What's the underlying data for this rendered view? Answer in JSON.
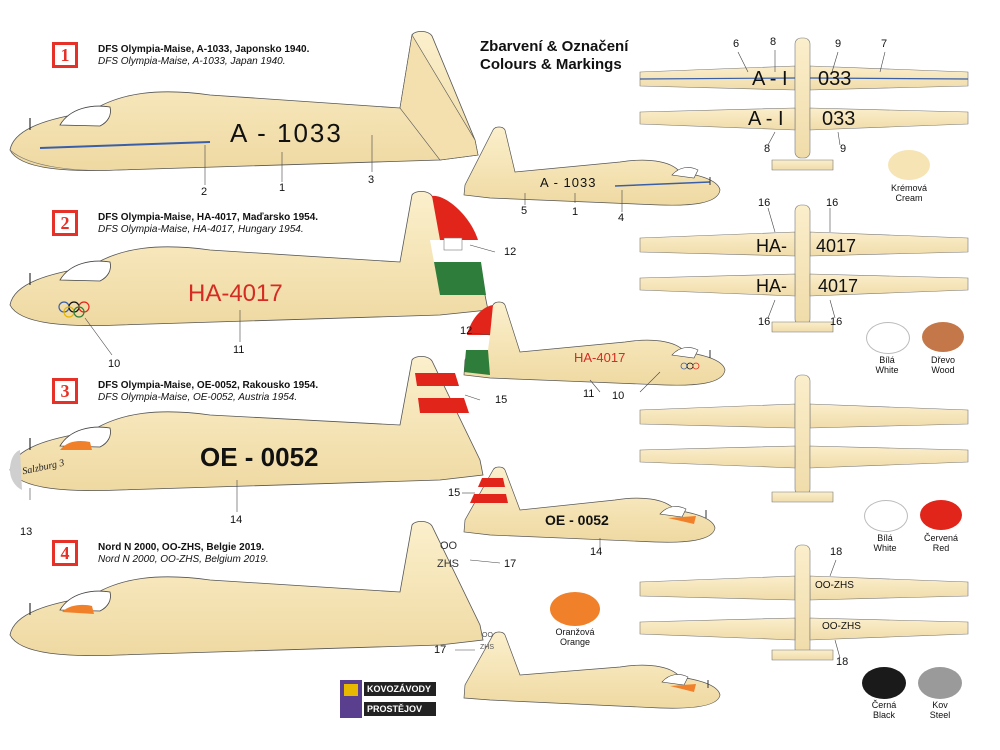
{
  "header": {
    "line1": "Zbarvení & Označení",
    "line2": "Colours & Markings"
  },
  "schemes": [
    {
      "badge": "1",
      "title": "DFS Olympia-Maise, A-1033, Japonsko 1940.",
      "subtitle": "DFS Olympia-Maise, A-1033, Japan 1940.",
      "registration": "A - 1033"
    },
    {
      "badge": "2",
      "title": "DFS Olympia-Maise, HA-4017, Maďarsko 1954.",
      "subtitle": "DFS Olympia-Maise, HA-4017, Hungary 1954.",
      "registration": "HA-4017"
    },
    {
      "badge": "3",
      "title": "DFS Olympia-Maise, OE-0052, Rakousko 1954.",
      "subtitle": "DFS Olympia-Maise, OE-0052, Austria 1954.",
      "registration": "OE - 0052",
      "nose_script": "Salzburg 3"
    },
    {
      "badge": "4",
      "title": "Nord N 2000, OO-ZHS, Belgie 2019.",
      "subtitle": "Nord N 2000, OO-ZHS, Belgium 2019.",
      "registration_top": "OO",
      "registration_bottom": "ZHS"
    }
  ],
  "small_side": {
    "s1_reg": "A - 1033",
    "s2_reg": "HA-4017",
    "s3_reg": "OE - 0052",
    "s4_top": "OO",
    "s4_bottom": "ZHS"
  },
  "wings": {
    "w1_left": "A - I",
    "w1_right": "033",
    "w1b_left": "A - I",
    "w1b_right": "033",
    "w2_left": "HA-",
    "w2_right": "4017",
    "w2b_left": "HA-",
    "w2b_right": "4017",
    "w4_label": "OO-ZHS",
    "w4b_label": "OO-ZHS"
  },
  "callouts": {
    "c1": "1",
    "c2": "2",
    "c3": "3",
    "c4": "4",
    "c5": "5",
    "c6": "6",
    "c7": "7",
    "c8": "8",
    "c9": "9",
    "c10": "10",
    "c11": "11",
    "c12": "12",
    "c13": "13",
    "c14": "14",
    "c15": "15",
    "c16": "16",
    "c17": "17",
    "c18": "18"
  },
  "swatches": [
    {
      "cz": "Krémová",
      "en": "Cream",
      "color": "#f6e4b4"
    },
    {
      "cz": "Bílá",
      "en": "White",
      "color": "#ffffff"
    },
    {
      "cz": "Dřevo",
      "en": "Wood",
      "color": "#c4784a"
    },
    {
      "cz": "Bílá",
      "en": "White",
      "color": "#ffffff"
    },
    {
      "cz": "Červená",
      "en": "Red",
      "color": "#e1251b"
    },
    {
      "cz": "Oranžová",
      "en": "Orange",
      "color": "#f08029"
    },
    {
      "cz": "Černá",
      "en": "Black",
      "color": "#1a1a1a"
    },
    {
      "cz": "Kov",
      "en": "Steel",
      "color": "#9a9a9a"
    }
  ],
  "logo": {
    "line1": "KOVOZÁVODY",
    "line2": "PROSTĚJOV"
  },
  "colors": {
    "cream": "#f6e6b6",
    "red": "#e1251b",
    "green": "#2e7d3a",
    "blue": "#3a5fa8",
    "orange": "#f08029"
  }
}
